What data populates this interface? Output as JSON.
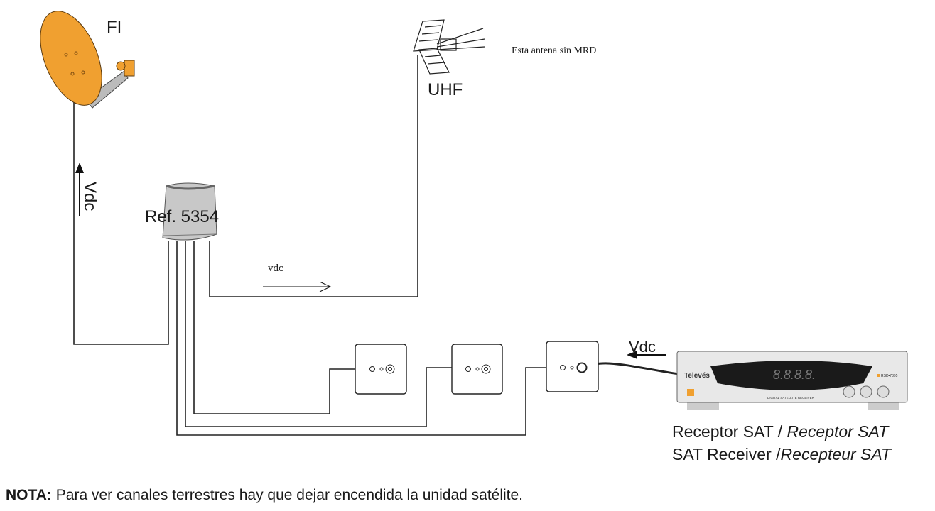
{
  "labels": {
    "fi": "FI",
    "uhf": "UHF",
    "antenna_note": "Esta antena sin MRD",
    "amplifier_ref": "Ref. 5354",
    "vdc_left": "Vdc",
    "vdc_middle": "vdc",
    "vdc_receiver": "Vdc",
    "receiver_line1_a": "Receptor SAT / ",
    "receiver_line1_b": "Receptor SAT",
    "receiver_line2_a": "SAT Receiver /",
    "receiver_line2_b": "Recepteur SAT",
    "note_bold": "NOTA:",
    "note_text": " Para ver canales terrestres hay que dejar encendida la unidad satélite."
  },
  "receiver": {
    "brand": "Televés",
    "display": "8.8.8.8.",
    "model": "RSD•7395",
    "caption": "DIGITAL SATELLITE RECEIVER"
  },
  "colors": {
    "dish": "#f0a030",
    "amplifier": "#c8c8c8",
    "line": "#222222"
  }
}
